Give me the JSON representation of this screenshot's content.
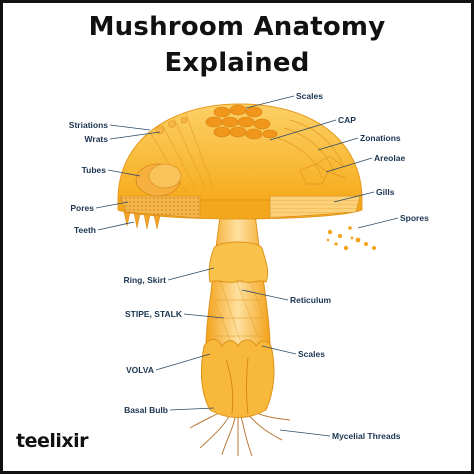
{
  "title_line1": "Mushroom Anatomy",
  "title_line2": "Explained",
  "brand": "teelixir",
  "colors": {
    "accent": "#f7b51c",
    "label": "#1b3550",
    "leader": "#2c4a66"
  },
  "labels": {
    "scales_top": "Scales",
    "cap": "CAP",
    "striations": "Striations",
    "wrats": "Wrats",
    "zonations": "Zonations",
    "areolae": "Areolae",
    "tubes": "Tubes",
    "gills": "Gills",
    "pores": "Pores",
    "spores": "Spores",
    "teeth": "Teeth",
    "ring_skirt": "Ring, Skirt",
    "reticulum": "Reticulum",
    "stipe_stalk": "STIPE, STALK",
    "scales_lower": "Scales",
    "volva": "VOLVA",
    "basal_bulb": "Basal Bulb",
    "mycelial_threads": "Mycelial Threads"
  }
}
